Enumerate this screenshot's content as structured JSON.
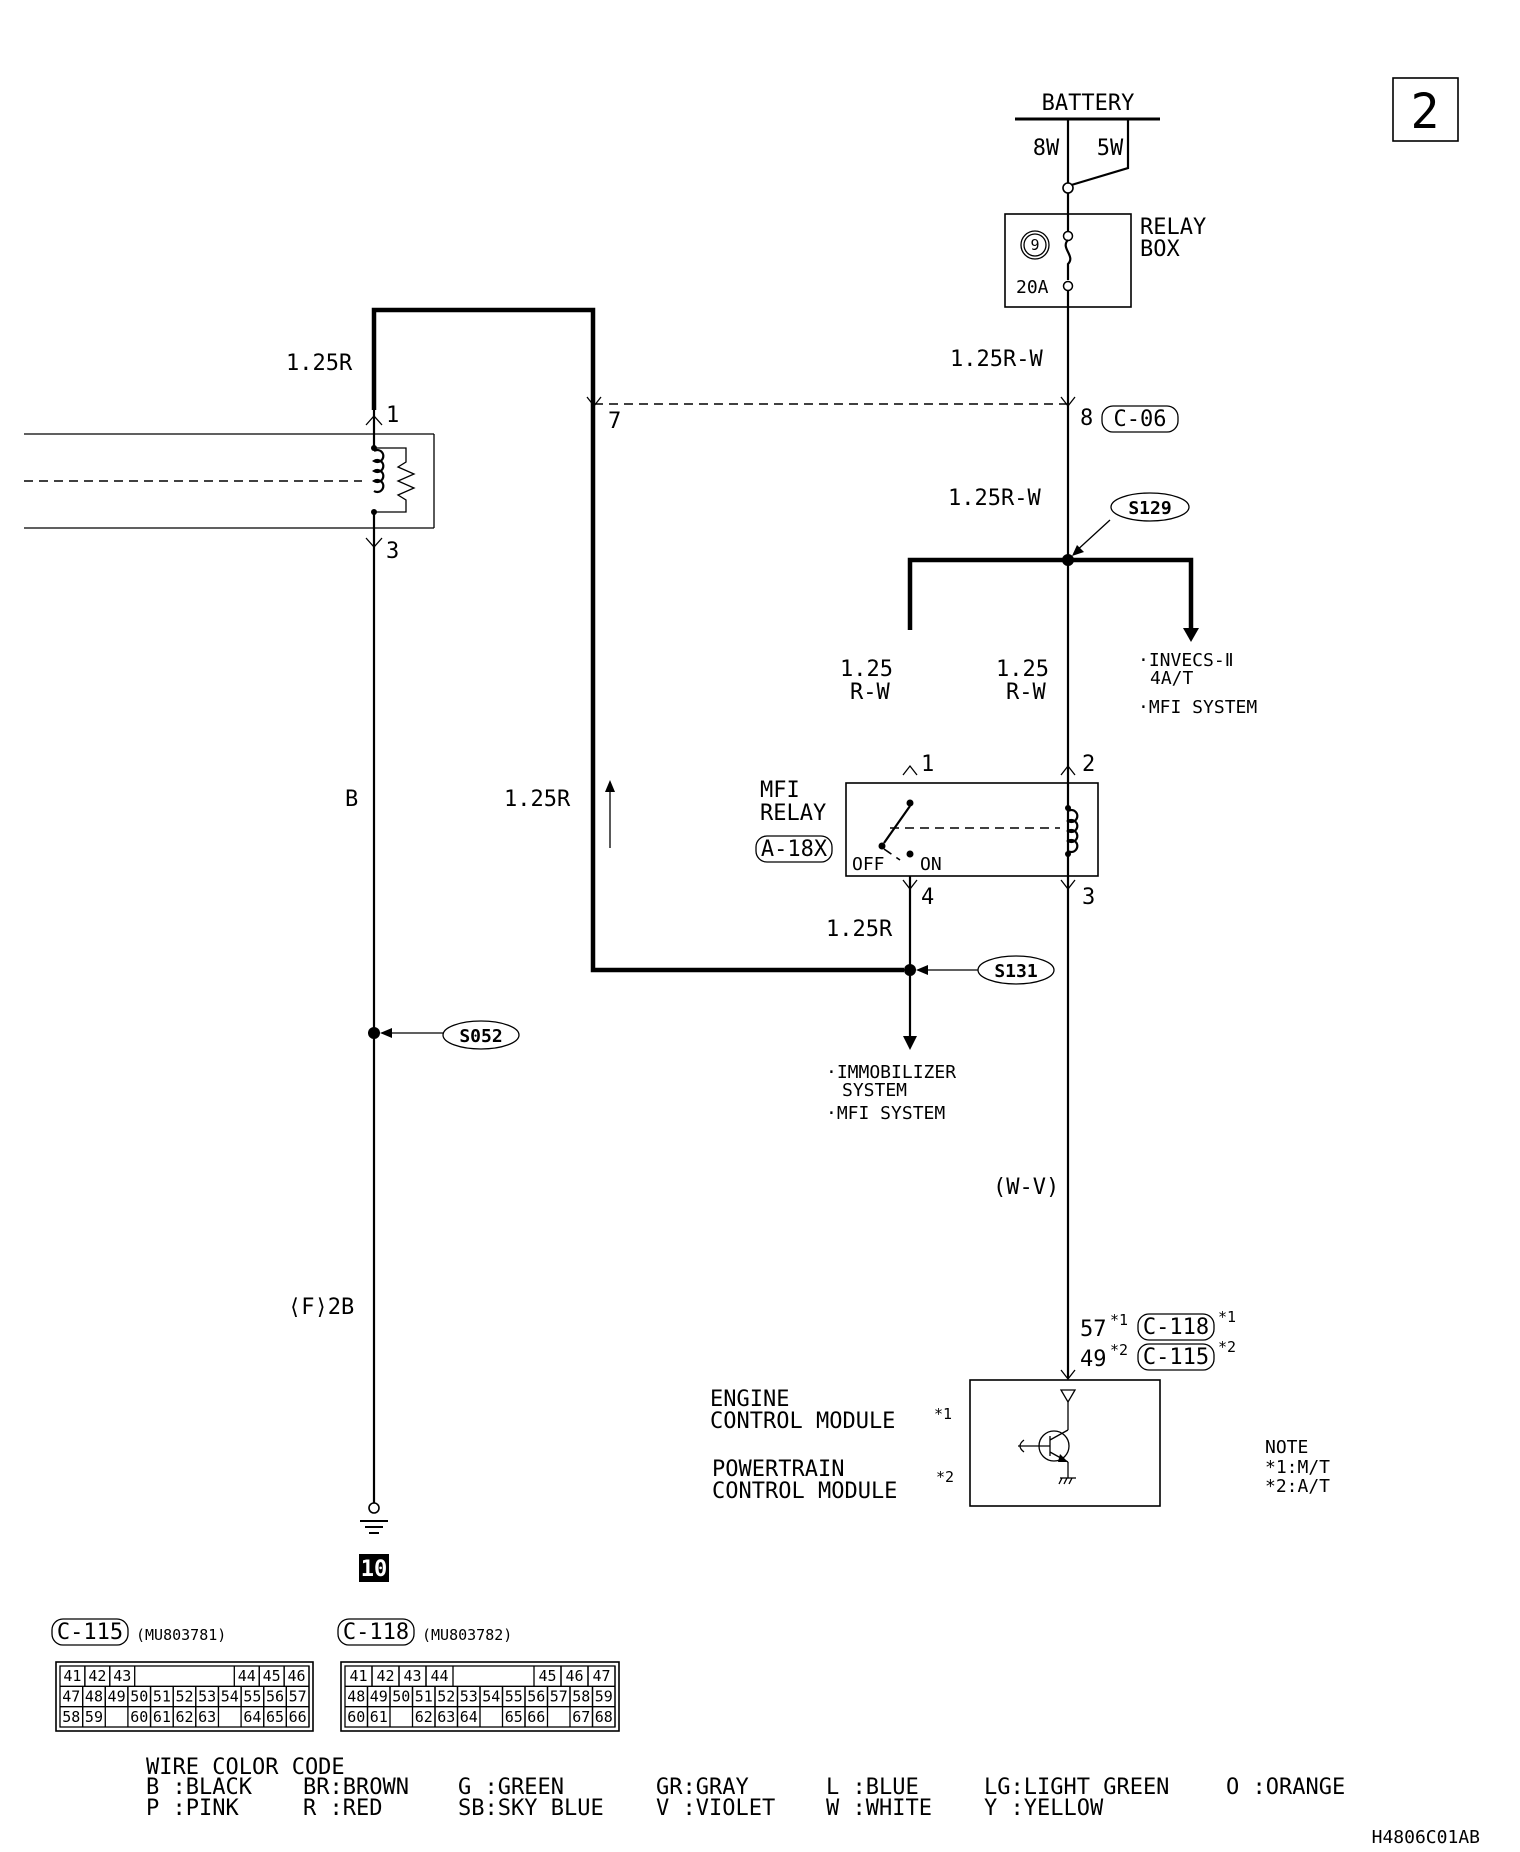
{
  "page_number": "2",
  "battery": {
    "label": "BATTERY",
    "wire_left": "8W",
    "wire_right": "5W"
  },
  "relay_box": {
    "title_line1": "RELAY",
    "title_line2": "BOX",
    "fuse_number": "9",
    "fuse_rating": "20A"
  },
  "wires": {
    "left_top": "1.25R",
    "right_top": "1.25R-W",
    "right_mid": "1.25R-W",
    "relay_left_line1": "1.25",
    "relay_left_line2": "R-W",
    "relay_right_line1": "1.25",
    "relay_right_line2": "R-W",
    "left_main": "B",
    "center": "1.25R",
    "relay_out": "1.25R",
    "right_bottom": "(W-V)",
    "left_bottom": "⟨F⟩2B"
  },
  "connectors": {
    "c06": "C-06",
    "c118": "C-118",
    "c115": "C-115",
    "a18x": "A-18X"
  },
  "pins": {
    "left_relay_top": "1",
    "left_relay_bottom": "3",
    "c06_left": "7",
    "c06_right": "8",
    "mfi_1": "1",
    "mfi_2": "2",
    "mfi_3": "3",
    "mfi_4": "4",
    "ecm_pin_a": "57",
    "ecm_pin_a_note": "*1",
    "ecm_conn_a_note": "*1",
    "ecm_pin_b": "49",
    "ecm_pin_b_note": "*2",
    "ecm_conn_b_note": "*2"
  },
  "splices": {
    "s129": "S129",
    "s131": "S131",
    "s052": "S052"
  },
  "mfi_relay": {
    "line1": "MFI",
    "line2": "RELAY",
    "off": "OFF",
    "on": "ON"
  },
  "branches": {
    "upper": [
      "·INVECS-Ⅱ",
      "4A/T",
      "·MFI SYSTEM"
    ],
    "lower": [
      "·IMMOBILIZER",
      "SYSTEM",
      "·MFI SYSTEM"
    ]
  },
  "modules": {
    "ecm_line1": "ENGINE",
    "ecm_line2": "CONTROL MODULE",
    "ecm_note": "*1",
    "pcm_line1": "POWERTRAIN",
    "pcm_line2": "CONTROL MODULE",
    "pcm_note": "*2"
  },
  "note": {
    "title": "NOTE",
    "items": [
      "*1:M/T",
      "*2:A/T"
    ]
  },
  "ground": {
    "number": "10"
  },
  "connector_views": [
    {
      "name": "C-115",
      "part": "(MU803781)",
      "rows": [
        [
          "41",
          "42",
          "43",
          "",
          "",
          "",
          "",
          "44",
          "45",
          "46"
        ],
        [
          "47",
          "48",
          "49",
          "50",
          "51",
          "52",
          "53",
          "54",
          "55",
          "56",
          "57"
        ],
        [
          "58",
          "59",
          "",
          "60",
          "61",
          "62",
          "63",
          "",
          "64",
          "65",
          "66"
        ]
      ]
    },
    {
      "name": "C-118",
      "part": "(MU803782)",
      "rows": [
        [
          "41",
          "42",
          "43",
          "44",
          "",
          "",
          "",
          "45",
          "46",
          "47"
        ],
        [
          "48",
          "49",
          "50",
          "51",
          "52",
          "53",
          "54",
          "55",
          "56",
          "57",
          "58",
          "59"
        ],
        [
          "60",
          "61",
          "",
          "62",
          "63",
          "64",
          "",
          "65",
          "66",
          "",
          "67",
          "68"
        ]
      ]
    }
  ],
  "wire_color_code": {
    "title": "WIRE COLOR CODE",
    "row1": [
      "B :BLACK",
      "BR:BROWN",
      "G :GREEN",
      "GR:GRAY",
      "L :BLUE",
      "LG:LIGHT GREEN",
      "O :ORANGE"
    ],
    "row2": [
      "P :PINK",
      "R :RED",
      "SB:SKY BLUE",
      "V :VIOLET",
      "W :WHITE",
      "Y :YELLOW"
    ]
  },
  "drawing_code": "H4806C01AB"
}
